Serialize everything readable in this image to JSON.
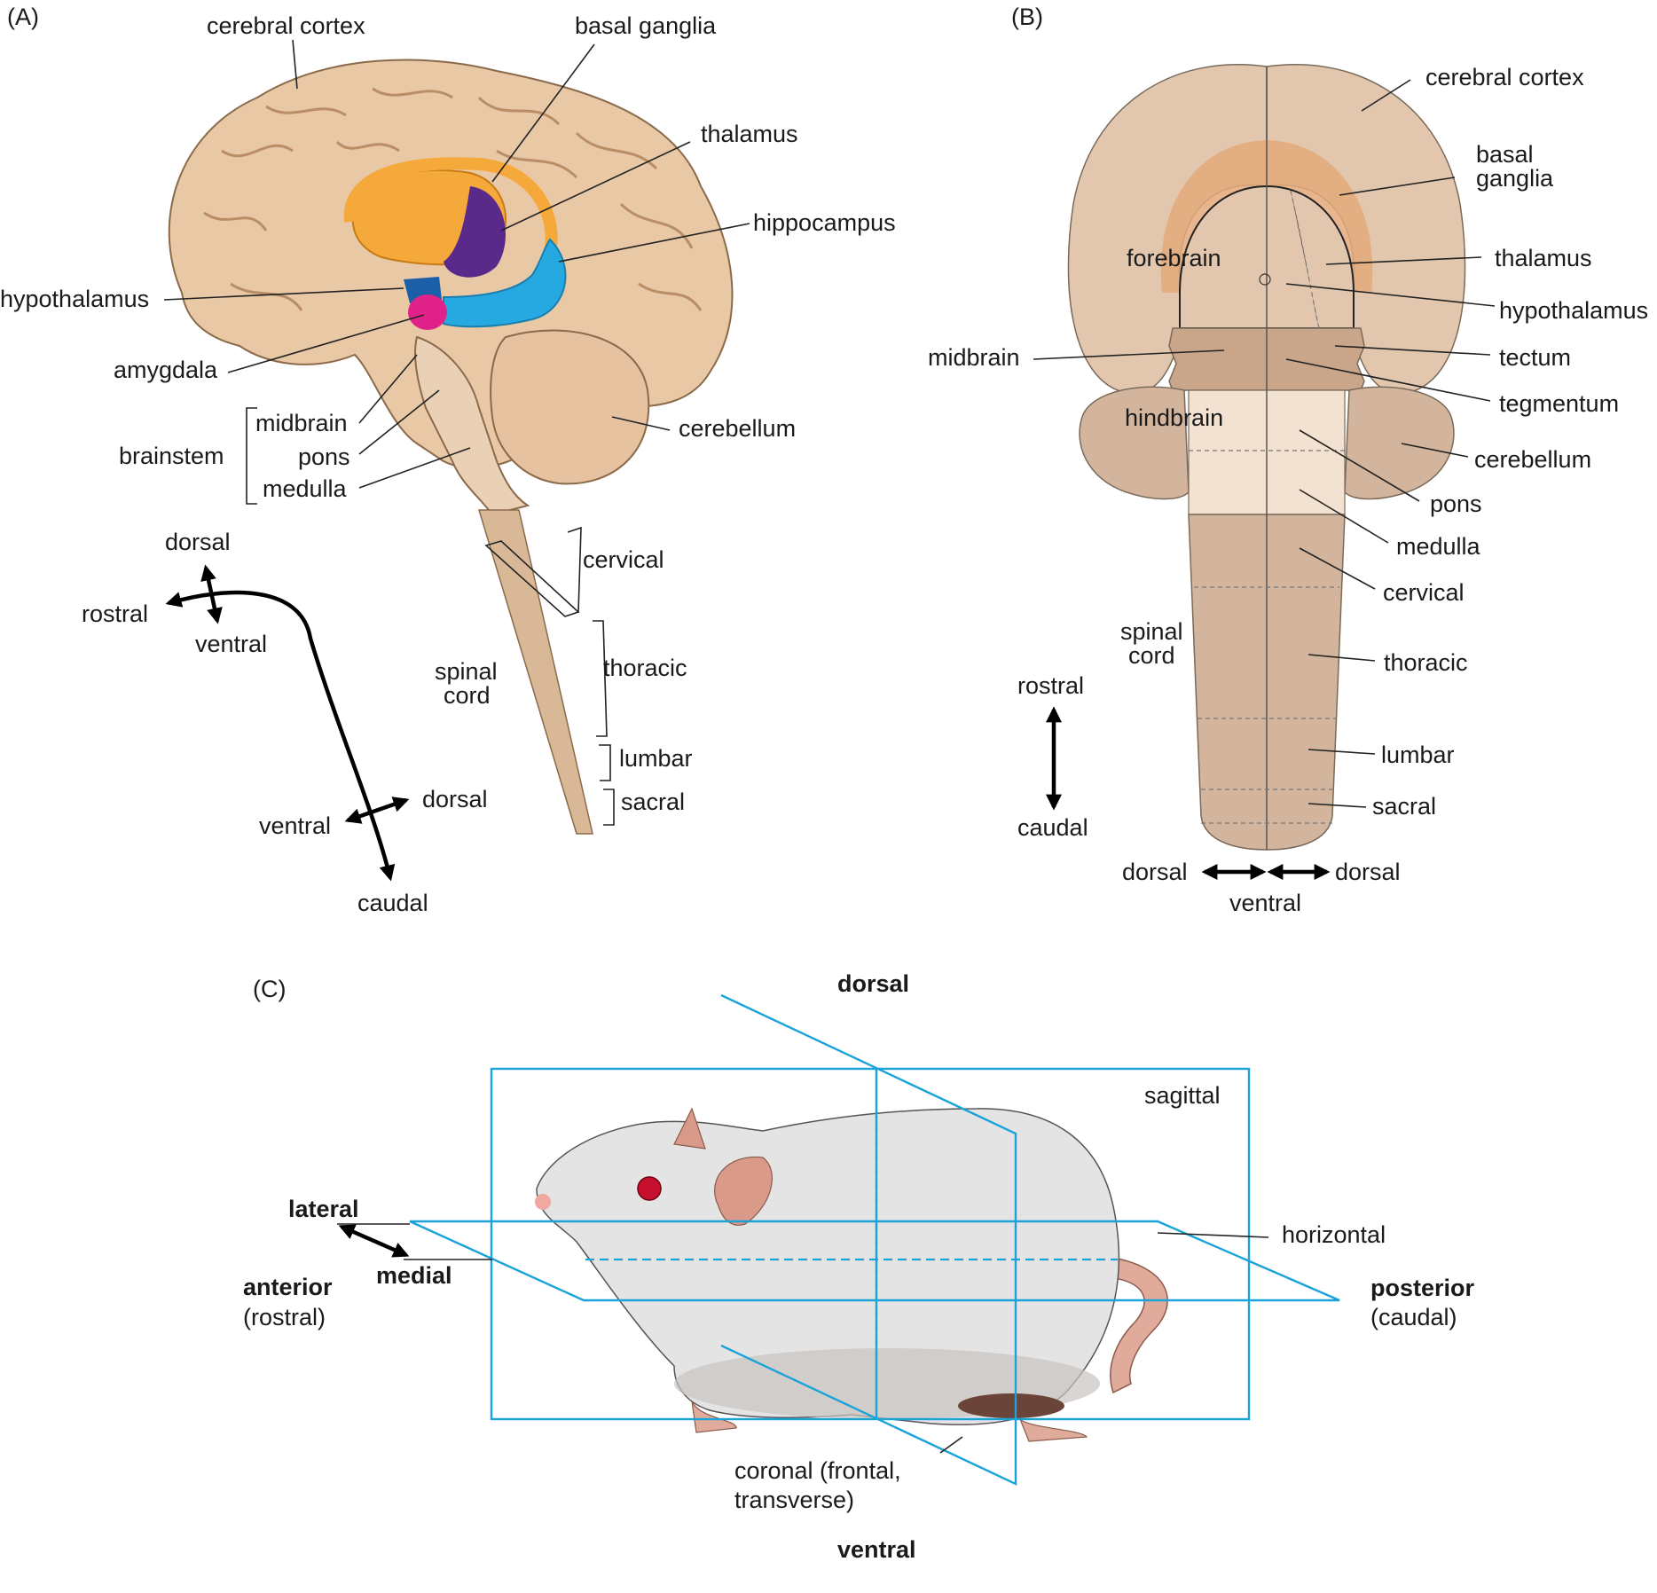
{
  "panelA": {
    "tag": "(A)",
    "labels": {
      "cerebral_cortex": "cerebral cortex",
      "basal_ganglia": "basal ganglia",
      "thalamus": "thalamus",
      "hippocampus": "hippocampus",
      "hypothalamus": "hypothalamus",
      "amygdala": "amygdala",
      "brainstem": "brainstem",
      "midbrain": "midbrain",
      "pons": "pons",
      "medulla": "medulla",
      "cerebellum": "cerebellum",
      "cervical": "cervical",
      "thoracic": "thoracic",
      "lumbar": "lumbar",
      "sacral": "sacral",
      "spinal_cord_1": "spinal",
      "spinal_cord_2": "cord"
    },
    "axes": {
      "dorsal_top": "dorsal",
      "rostral": "rostral",
      "ventral_top": "ventral",
      "ventral_bottom": "ventral",
      "dorsal_bottom": "dorsal",
      "caudal": "caudal"
    }
  },
  "panelB": {
    "tag": "(B)",
    "labels": {
      "cerebral_cortex": "cerebral cortex",
      "basal_ganglia_1": "basal",
      "basal_ganglia_2": "ganglia",
      "forebrain": "forebrain",
      "thalamus": "thalamus",
      "hypothalamus": "hypothalamus",
      "midbrain": "midbrain",
      "tectum": "tectum",
      "tegmentum": "tegmentum",
      "hindbrain": "hindbrain",
      "cerebellum": "cerebellum",
      "pons": "pons",
      "medulla": "medulla",
      "cervical": "cervical",
      "spinal_cord_1": "spinal",
      "spinal_cord_2": "cord",
      "thoracic": "thoracic",
      "lumbar": "lumbar",
      "sacral": "sacral"
    },
    "axes": {
      "rostral": "rostral",
      "caudal": "caudal",
      "dorsal_left": "dorsal",
      "dorsal_right": "dorsal",
      "ventral": "ventral"
    }
  },
  "panelC": {
    "tag": "(C)",
    "labels": {
      "dorsal": "dorsal",
      "ventral": "ventral",
      "sagittal": "sagittal",
      "horizontal": "horizontal",
      "lateral": "lateral",
      "medial": "medial",
      "anterior": "anterior",
      "rostral": "(rostral)",
      "posterior": "posterior",
      "caudal": "(caudal)",
      "coronal_1": "coronal (frontal,",
      "coronal_2": "transverse)"
    }
  },
  "colors": {
    "brain_tissue": "#e9c8a6",
    "basal_ganglia": "#f6a93b",
    "thalamus": "#5a2a8a",
    "hippocampus": "#26a9e0",
    "amygdala": "#e0218a",
    "hypothalamus": "#1b5fa8",
    "plane": "#1aa3d9"
  }
}
